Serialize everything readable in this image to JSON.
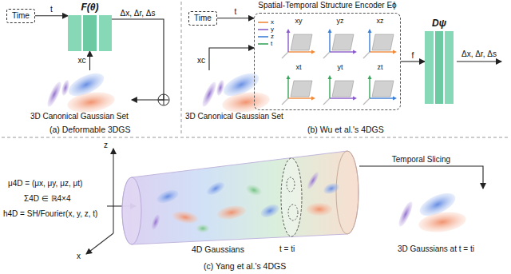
{
  "diagram": {
    "nodes": [
      {
        "text": [
          "Time"
        ]
      },
      {
        "text": [
          "F(θ)"
        ]
      },
      {
        "text": [
          "3D Canonical Gaussian Set"
        ]
      },
      {
        "text": [
          "Time"
        ]
      },
      {
        "text": [
          "Spatial-Temporal Structure Encoder Eϕ"
        ]
      },
      {
        "text": [
          "xy"
        ],
        "in": 4
      },
      {
        "text": [
          "yz"
        ],
        "in": 4
      },
      {
        "text": [
          "xz"
        ],
        "in": 4
      },
      {
        "text": [
          "xt"
        ],
        "in": 4
      },
      {
        "text": [
          "yt"
        ],
        "in": 4
      },
      {
        "text": [
          "zt"
        ],
        "in": 4
      },
      {
        "text": [
          "3D Canonical Gaussian Set"
        ]
      },
      {
        "text": [
          "Dψ"
        ]
      },
      {
        "text": [
          "4D Gaussians"
        ]
      },
      {
        "text": [
          "3D Gaussians at t = ti"
        ]
      }
    ],
    "edges": [
      {
        "from": 0,
        "to": 1,
        "label": "t",
        "arrow": "to"
      },
      {
        "from": 2,
        "to": 1,
        "label": "xc",
        "arrow": "to"
      },
      {
        "from": 1,
        "to": 2,
        "label": "Δx, Δr, Δs",
        "arrow": "to"
      },
      {
        "from": 3,
        "to": 4,
        "label": "t",
        "arrow": "to"
      },
      {
        "from": 11,
        "to": 4,
        "label": "xc",
        "arrow": "to"
      },
      {
        "from": 4,
        "to": 12,
        "label": "f",
        "arrow": "to"
      },
      {
        "from": 13,
        "to": 14,
        "label": "Temporal Slicing",
        "arrow": "to"
      }
    ],
    "labels": [
      "Δx, Δr, Δs",
      "(a) Deformable 3DGS",
      "(b) Wu et al.'s 4DGS",
      "z",
      "x",
      "μ4D = (μx, μy, μz, μt)",
      "Σ4D ∈ ℝ4×4",
      "h4D = SH/Fourier(x, y, z, t)",
      "t = ti",
      "(c) Yang et al.'s 4DGS"
    ],
    "legend": [
      {
        "text": "x"
      },
      {
        "text": "y"
      },
      {
        "text": "z"
      },
      {
        "text": "t"
      }
    ]
  }
}
